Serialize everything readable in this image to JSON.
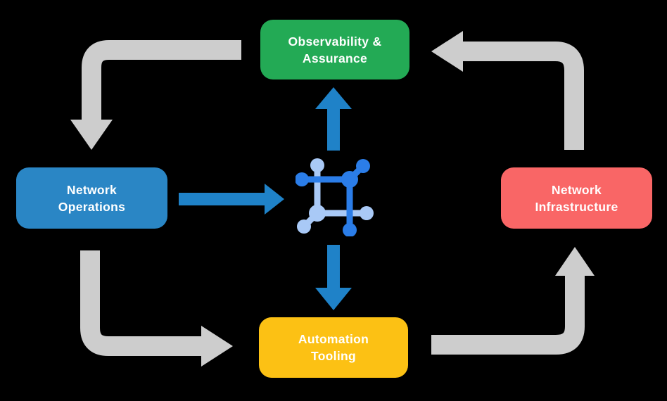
{
  "diagram": {
    "background_color": "#000000",
    "nodes": [
      {
        "id": "observability-assurance",
        "label": "Observability &\nAssurance",
        "color": "#23aa55",
        "position": "top"
      },
      {
        "id": "network-operations",
        "label": "Network\nOperations",
        "color": "#2a86c5",
        "position": "left"
      },
      {
        "id": "network-infrastructure",
        "label": "Network\nInfrastructure",
        "color": "#f96666",
        "position": "right"
      },
      {
        "id": "automation-tooling",
        "label": "Automation\nTooling",
        "color": "#fcc114",
        "position": "bottom"
      }
    ],
    "center_icon": {
      "name": "network-mesh-icon",
      "dark_color": "#2b7de8",
      "light_color": "#a9c9f6"
    },
    "arrows": {
      "cycle_color": "#cdcdcd",
      "flow_color": "#1f82c8",
      "edges": [
        {
          "from": "observability-assurance",
          "to": "network-operations",
          "style": "cycle"
        },
        {
          "from": "network-operations",
          "to": "automation-tooling",
          "style": "cycle"
        },
        {
          "from": "automation-tooling",
          "to": "network-infrastructure",
          "style": "cycle"
        },
        {
          "from": "network-infrastructure",
          "to": "observability-assurance",
          "style": "cycle"
        },
        {
          "from": "network-operations",
          "to": "center-icon",
          "style": "flow"
        },
        {
          "from": "center-icon",
          "to": "observability-assurance",
          "style": "flow"
        },
        {
          "from": "center-icon",
          "to": "automation-tooling",
          "style": "flow"
        }
      ]
    }
  }
}
